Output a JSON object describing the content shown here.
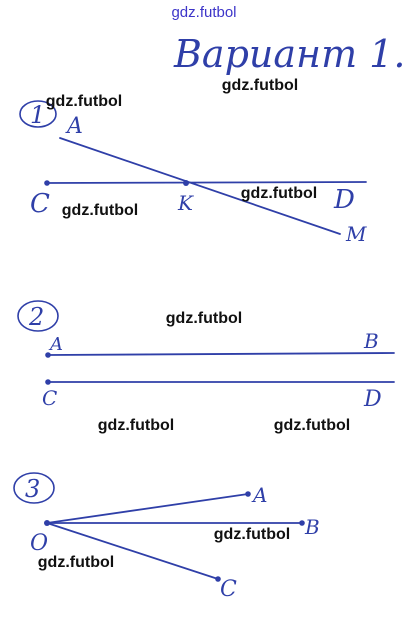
{
  "colors": {
    "ink": "#2f3fa8",
    "watermark": "#111111",
    "header_watermark": "#3d35c9"
  },
  "watermark": "gdz.futbol",
  "title": "Вариант 1.",
  "task1": {
    "number": "1",
    "labels": {
      "a": "A",
      "c": "C",
      "k": "K",
      "d": "D",
      "m": "M"
    }
  },
  "task2": {
    "number": "2",
    "labels": {
      "a": "A",
      "b": "B",
      "c": "C",
      "d": "D"
    }
  },
  "task3": {
    "number": "3",
    "labels": {
      "o": "O",
      "a": "A",
      "b": "B",
      "c": "C"
    }
  }
}
